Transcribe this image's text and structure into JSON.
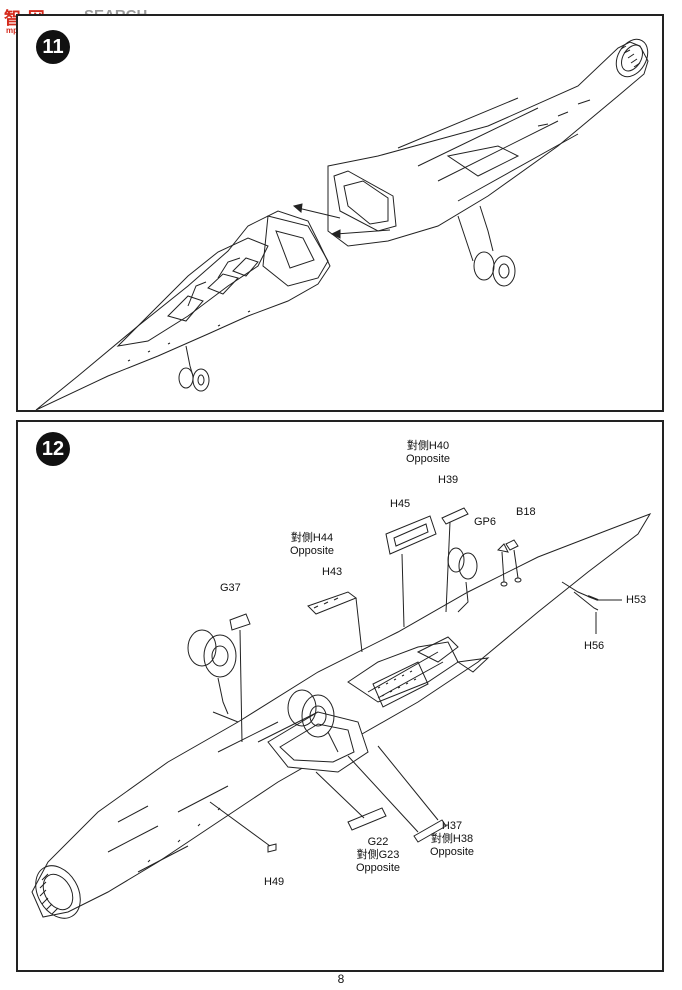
{
  "watermark": {
    "chinese": "智 网",
    "english": "SEARCH",
    "url": "mpo-shop.com"
  },
  "step11": {
    "number": "11"
  },
  "step12": {
    "number": "12",
    "labels": {
      "h40_cn": "對側H40",
      "h40_opp": "Opposite",
      "h39": "H39",
      "h45": "H45",
      "gp6": "GP6",
      "b18": "B18",
      "h44_cn": "對側H44",
      "h44_opp": "Opposite",
      "h43": "H43",
      "g37": "G37",
      "h53": "H53",
      "h56": "H56",
      "g22": "G22",
      "g23_cn": "對側G23",
      "g23_opp": "Opposite",
      "h37": "H37",
      "h38_cn": "對側H38",
      "h38_opp": "Opposite",
      "h49": "H49"
    }
  },
  "page_number": "8"
}
